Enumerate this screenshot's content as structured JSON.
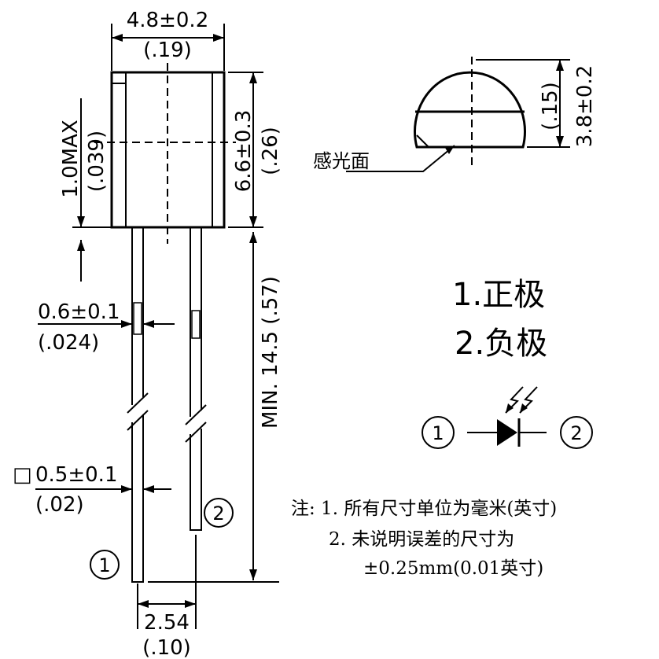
{
  "dimensions": {
    "width_mm": "4.8±0.2",
    "width_in": "(.19)",
    "lead_offset_mm": "1.0MAX",
    "lead_offset_in": "(.039)",
    "height_mm": "6.6±0.3",
    "height_in": "(.26)",
    "lead_length": "MIN. 14.5 (.57)",
    "lead_width_mm": "0.6±0.1",
    "lead_width_in": "(.024)",
    "square_lead_mm": "0.5±0.1",
    "square_lead_in": "(.02)",
    "pitch_mm": "2.54",
    "pitch_in": "(.10)",
    "dome_height_mm": "3.8±0.2",
    "dome_height_in": "(.15)"
  },
  "labels": {
    "sensing_surface": "感光面",
    "pin1": "①",
    "pin2": "②",
    "square_symbol": "□"
  },
  "legend": {
    "positive": "1.正极",
    "negative": "2.负极"
  },
  "notes": {
    "line1": "注: 1. 所有尺寸单位为毫米(英寸)",
    "line2": "2. 未说明误差的尺寸为",
    "line3": "±0.25mm(0.01英寸)"
  }
}
